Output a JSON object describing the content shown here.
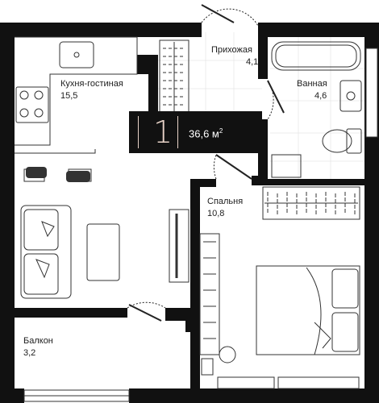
{
  "rooms": {
    "hallway": {
      "name": "Прихожая",
      "area": "4,1"
    },
    "bathroom": {
      "name": "Ванная",
      "area": "4,6"
    },
    "kitchen": {
      "name": "Кухня-гостиная",
      "area": "15,5"
    },
    "bedroom": {
      "name": "Спальня",
      "area": "10,8"
    },
    "balcony": {
      "name": "Балкон",
      "area": "3,2"
    }
  },
  "badge": {
    "rooms_count": "1",
    "total_area": "36,6 м",
    "area_unit_power": "2"
  },
  "colors": {
    "wall": "#111111",
    "line": "#333333",
    "badge_text": "#e8d3c8"
  }
}
